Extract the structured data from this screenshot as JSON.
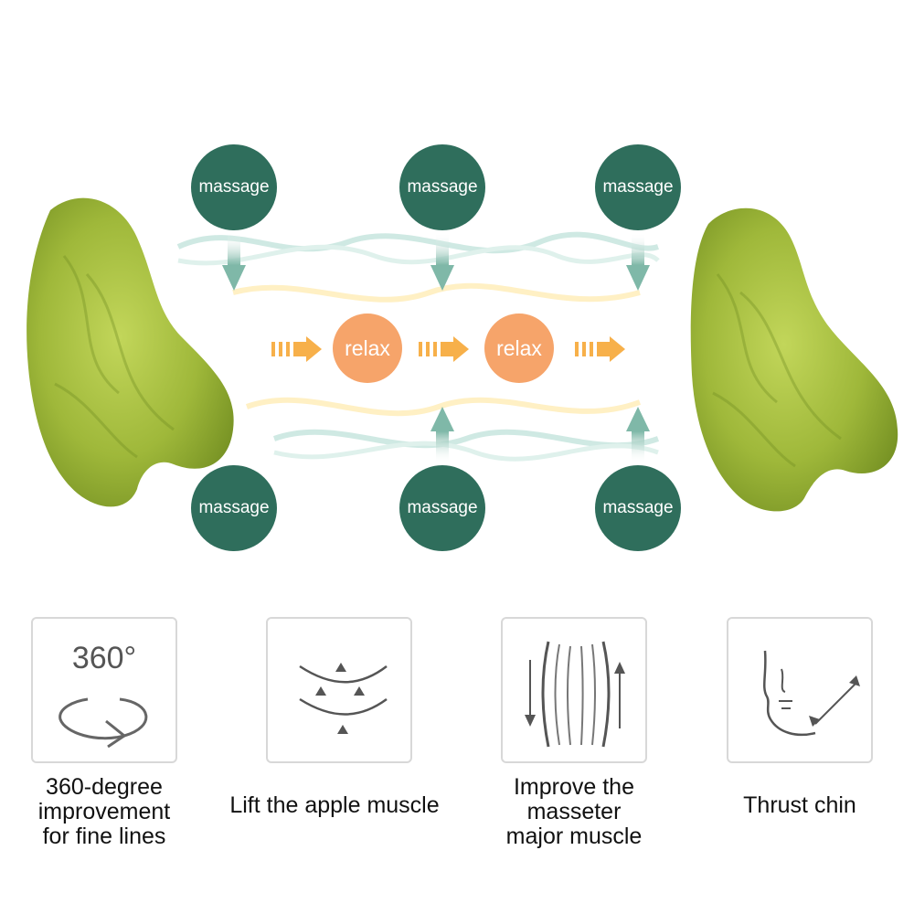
{
  "diagram": {
    "top_circles": [
      {
        "label": "massage"
      },
      {
        "label": "massage"
      },
      {
        "label": "massage"
      }
    ],
    "bottom_circles": [
      {
        "label": "massage"
      },
      {
        "label": "massage"
      },
      {
        "label": "massage"
      }
    ],
    "relax_circles": [
      {
        "label": "relax"
      },
      {
        "label": "relax"
      }
    ],
    "colors": {
      "massage_circle": "#2f6e5c",
      "relax_circle": "#f6a46a",
      "flow_arrow": "#f7b04a",
      "wave_teal": "#cfe9e3",
      "wave_yellow": "#fff0c4",
      "jade_light": "#b4cb4a",
      "jade_dark": "#6e8a1f"
    }
  },
  "features": [
    {
      "icon": "rotate-360-icon",
      "icon_text": "360°",
      "caption": "360-degree\nimprovement\nfor fine lines"
    },
    {
      "icon": "lift-arrows-icon",
      "caption": "Lift the apple muscle"
    },
    {
      "icon": "vertical-lines-icon",
      "caption": "Improve the\nmasseter\nmajor muscle"
    },
    {
      "icon": "face-profile-icon",
      "caption": "Thrust chin"
    }
  ]
}
